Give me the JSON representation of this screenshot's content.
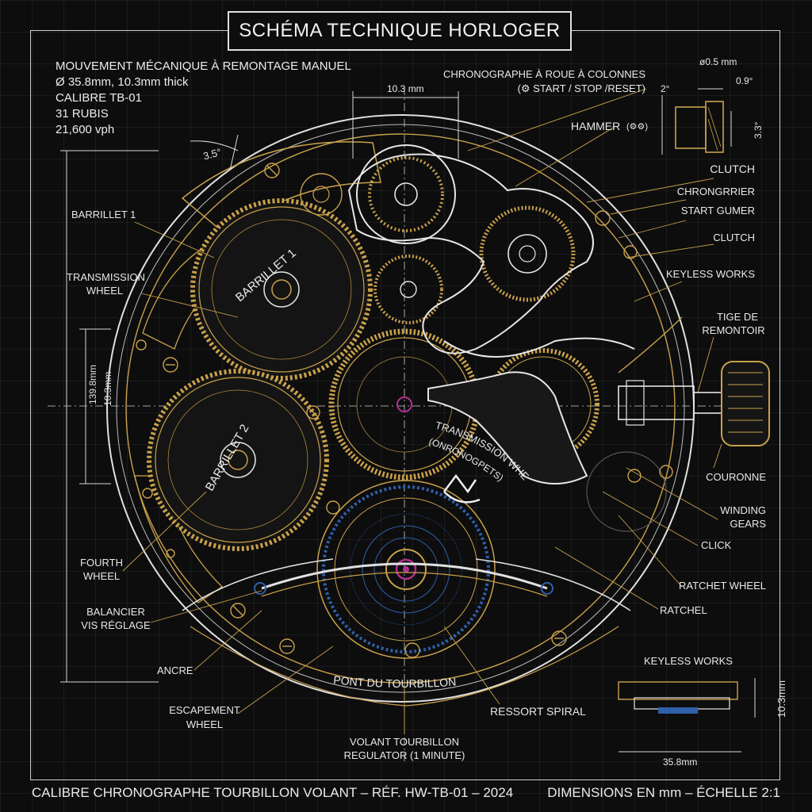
{
  "title": "SCHÉMA TECHNIQUE HORLOGER",
  "specs": [
    "MOUVEMENT MÉCANIQUE À REMONTAGE MANUEL",
    "Ø 35.8mm, 10.3mm thick",
    "CALIBRE TB-01",
    "31 RUBIS",
    "21,600 vph"
  ],
  "labels": {
    "chrono_line1": "CHRONOGRAPHE À ROUE À COLONNES",
    "chrono_line2": "(⚙ START / STOP /RESET)",
    "hammer": "HAMMER",
    "hammer_sub": "(⚙⚙)",
    "clutch_1": "CLUTCH",
    "chrongrrier": "CHRONGRRIER",
    "start_gumer": "START GUMER",
    "clutch_2": "CLUTCH",
    "keyless_works": "KEYLESS WORKS",
    "tige_line1": "TIGE DE",
    "tige_line2": "REMONTOIR",
    "couronne": "COURONNE",
    "winding_line1": "WINDING",
    "winding_line2": "GEARS",
    "click": "CLICK",
    "ratchet_wheel": "RATCHET WHEEL",
    "ratchel": "RATCHEL",
    "barrillet_1": "BARRILLET 1",
    "transmission_line1": "TRANSMISSION",
    "transmission_line2": "WHEEL",
    "fourth_line1": "FOURTH",
    "fourth_line2": "WHEEL",
    "balancier_line1": "BALANCIER",
    "balancier_line2": "VIS RÉGLAGE",
    "ancre": "ANCRE",
    "escapement_line1": "ESCAPEMENT",
    "escapement_line2": "WHEEL",
    "ressort_spiral": "RESSORT SPIRAL",
    "volant_line1": "VOLANT TOURBILLON",
    "volant_line2": "REGULATOR (1 MINUTE)",
    "pont_tourbillon": "PONT DU TOURBILLON",
    "transmission_wheel_arc1": "TRANSMISSION WHEEL",
    "transmission_wheel_arc2": "(ONRONOGPETS)",
    "barrel1_engraving": "BARRILLET 1",
    "barrel2_engraving": "BARRILLET 2",
    "keyless_inset": "KEYLESS WORKS"
  },
  "dimensions": {
    "top_width": "10.3 mm",
    "angle_left": "3.5°",
    "vertical_outer": "139.8mm",
    "vertical_inner": "10.3mm",
    "inset_dia": "ø0.5 mm",
    "inset_angle_a": "2°",
    "inset_angle_b": "0.9°",
    "inset_angle_c": "3.3°",
    "inset_height": "10.3mm",
    "inset_width": "35.8mm"
  },
  "footer": {
    "left": "CALIBRE CHRONOGRAPHE TOURBILLON VOLANT – RÉF. HW-TB-01 – 2024",
    "right": "DIMENSIONS EN mm – ÉCHELLE 2:1"
  },
  "colors": {
    "gold": "#c9a14a",
    "line": "#d8d8d8",
    "blue": "#2f5fa8",
    "magenta": "#b0308e"
  }
}
